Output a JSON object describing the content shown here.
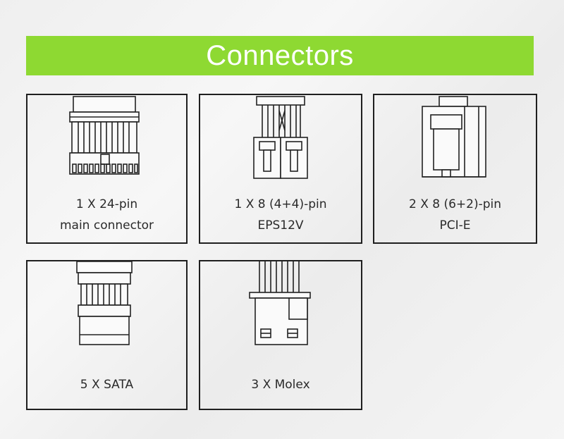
{
  "header": {
    "title": "Connectors"
  },
  "connectors": [
    {
      "icon": "atx-24pin-connector-icon",
      "line1": "1 X 24-pin",
      "line2": "main connector"
    },
    {
      "icon": "eps-8pin-connector-icon",
      "line1": "1 X 8 (4+4)-pin",
      "line2": "EPS12V"
    },
    {
      "icon": "pcie-8pin-connector-icon",
      "line1": "2 X 8 (6+2)-pin",
      "line2": "PCI-E"
    },
    {
      "icon": "sata-connector-icon",
      "line1": "5 X SATA",
      "line2": ""
    },
    {
      "icon": "molex-connector-icon",
      "line1": "3 X Molex",
      "line2": ""
    }
  ],
  "colors": {
    "banner": "#8ed932",
    "border": "#1f1f1f",
    "text": "#2a2a2a"
  }
}
